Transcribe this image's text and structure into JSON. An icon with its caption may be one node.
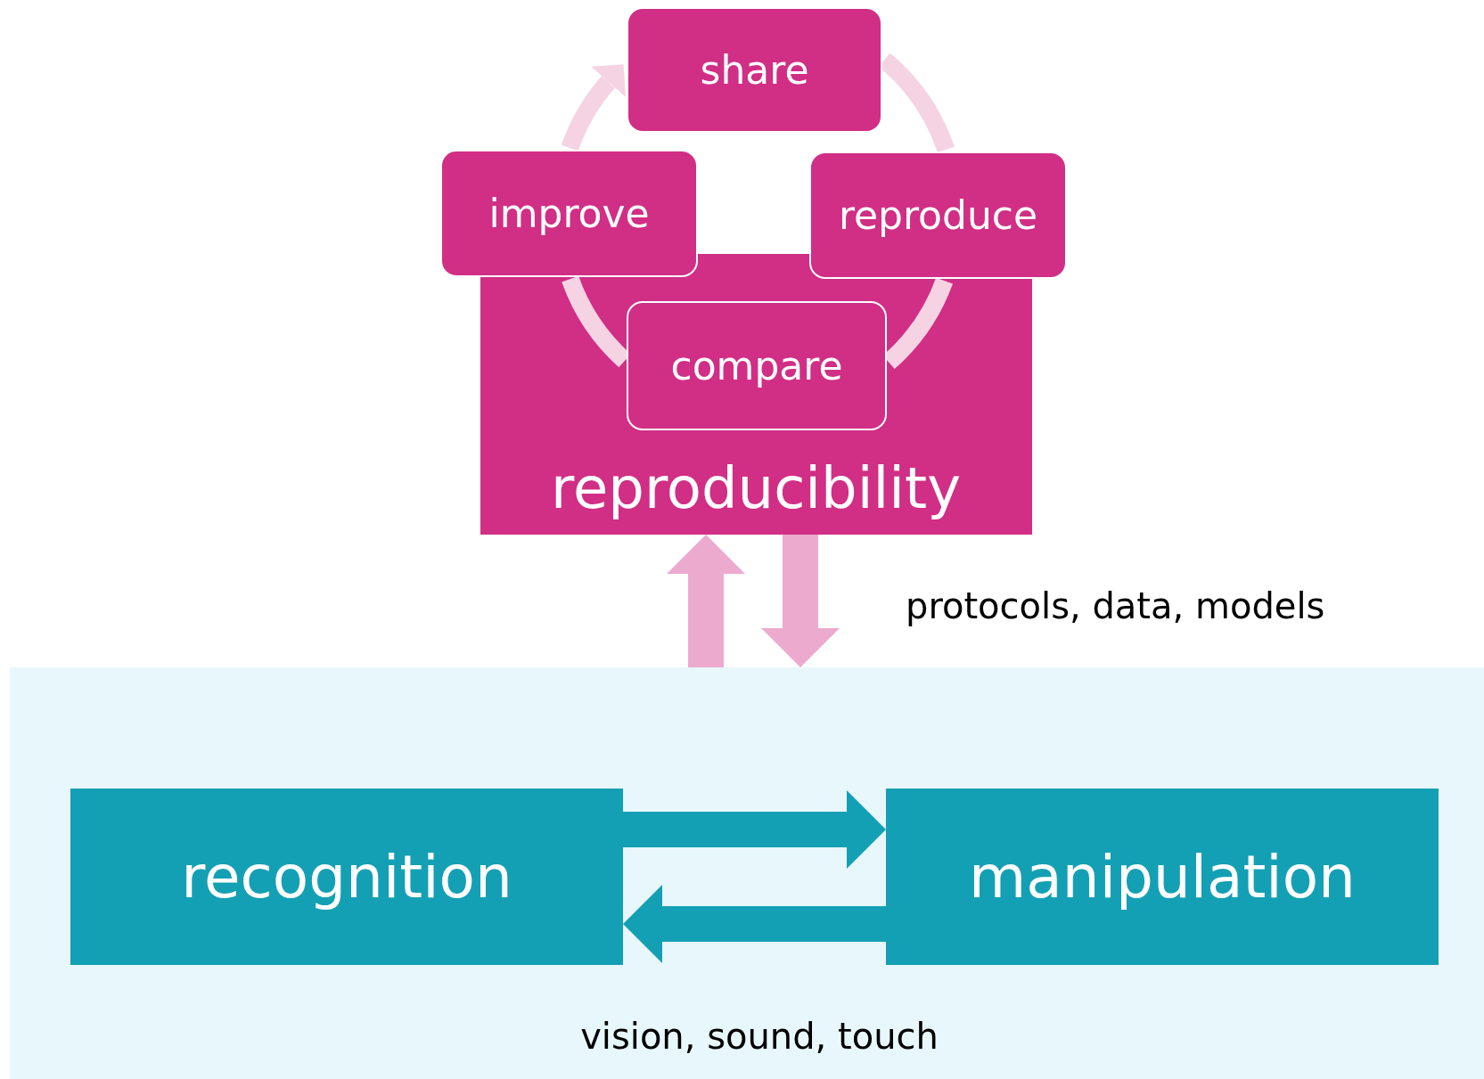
{
  "diagram": {
    "nodes": [
      {
        "text": [
          "reproducibility"
        ]
      },
      {
        "text": [
          "share"
        ]
      },
      {
        "text": [
          "reproduce"
        ]
      },
      {
        "text": [
          "compare"
        ],
        "in": 0
      },
      {
        "text": [
          "improve"
        ]
      },
      {
        "text": [
          "vision, sound, touch"
        ]
      },
      {
        "text": [
          "recognition"
        ],
        "in": 5
      },
      {
        "text": [
          "manipulation"
        ],
        "in": 5
      }
    ],
    "edges": [
      {
        "from": 1,
        "to": 2,
        "arrow": "none",
        "color": "#f5d3e3"
      },
      {
        "from": 2,
        "to": 3,
        "arrow": "none",
        "color": "#f5d3e3"
      },
      {
        "from": 3,
        "to": 4,
        "arrow": "none",
        "color": "#f5d3e3"
      },
      {
        "from": 4,
        "to": 1,
        "arrow": "to",
        "color": "#f5d3e3"
      },
      {
        "from": 5,
        "to": 0,
        "arrow": "to",
        "style": "thick",
        "color": "#ecaacf"
      },
      {
        "from": 0,
        "to": 5,
        "label": "protocols, data, models",
        "arrow": "to",
        "style": "thick",
        "color": "#ecaacf"
      },
      {
        "from": 6,
        "to": 7,
        "arrow": "to",
        "style": "thick",
        "color": "#14a0b4"
      },
      {
        "from": 7,
        "to": 6,
        "arrow": "to",
        "style": "thick",
        "color": "#14a0b4"
      }
    ]
  }
}
